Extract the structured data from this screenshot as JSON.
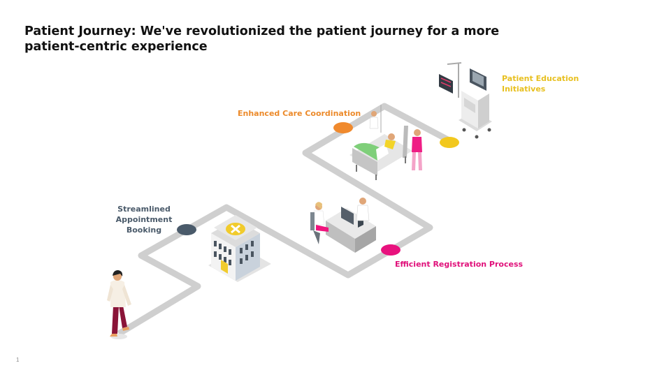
{
  "title": {
    "line1": "Patient Journey: We've revolutionized the patient journey for a more",
    "line2": "patient-centric experience"
  },
  "steps": {
    "appointment": {
      "line1": "Streamlined Appointment",
      "line2": "Booking",
      "color": "#4a5a6a"
    },
    "registration": {
      "label": "Efficient Registration Process",
      "color": "#e0107a"
    },
    "care": {
      "label": "Enhanced Care Coordination",
      "color": "#ec8a2a"
    },
    "education": {
      "line1": "Patient Education",
      "line2": "Initiatives",
      "color": "#e8c020"
    }
  },
  "page_number": "1",
  "colors": {
    "path": "#cfcfcf",
    "appointment_marker": "#4a5a6a",
    "registration_marker": "#e8127e",
    "care_marker": "#f08a2e",
    "education_marker": "#f2c81e"
  }
}
